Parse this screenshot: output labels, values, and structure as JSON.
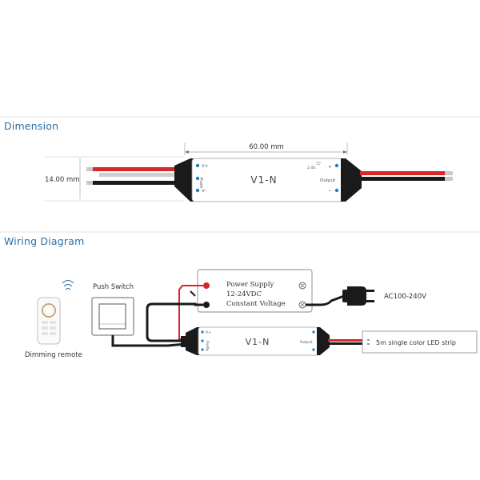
{
  "dimension": {
    "title": "Dimension",
    "length_label": "60.00 mm",
    "height_label": "14.00 mm",
    "model": "V1-N",
    "left_terminals": [
      "V+",
      "Push",
      "V-"
    ],
    "output_label": "Output",
    "rf_label": "2.4G",
    "plus": "+",
    "minus": "−"
  },
  "wiring": {
    "title": "Wiring Diagram",
    "remote_label": "Dimming remote",
    "switch_label": "Push Switch",
    "power_supply": {
      "line1": "Power Supply",
      "line2": "12-24VDC",
      "line3": "Constant Voltage"
    },
    "ac_label": "AC100-240V",
    "model": "V1-N",
    "led_strip_label": "5m single color LED strip",
    "left_terminals": [
      "V+",
      "Push",
      "V-"
    ],
    "output_label": "Output"
  },
  "colors": {
    "title_blue": "#2b6ea3",
    "wire_red": "#d62828",
    "wire_black": "#1a1a1a",
    "terminal_blue": "#1f7fc4"
  }
}
